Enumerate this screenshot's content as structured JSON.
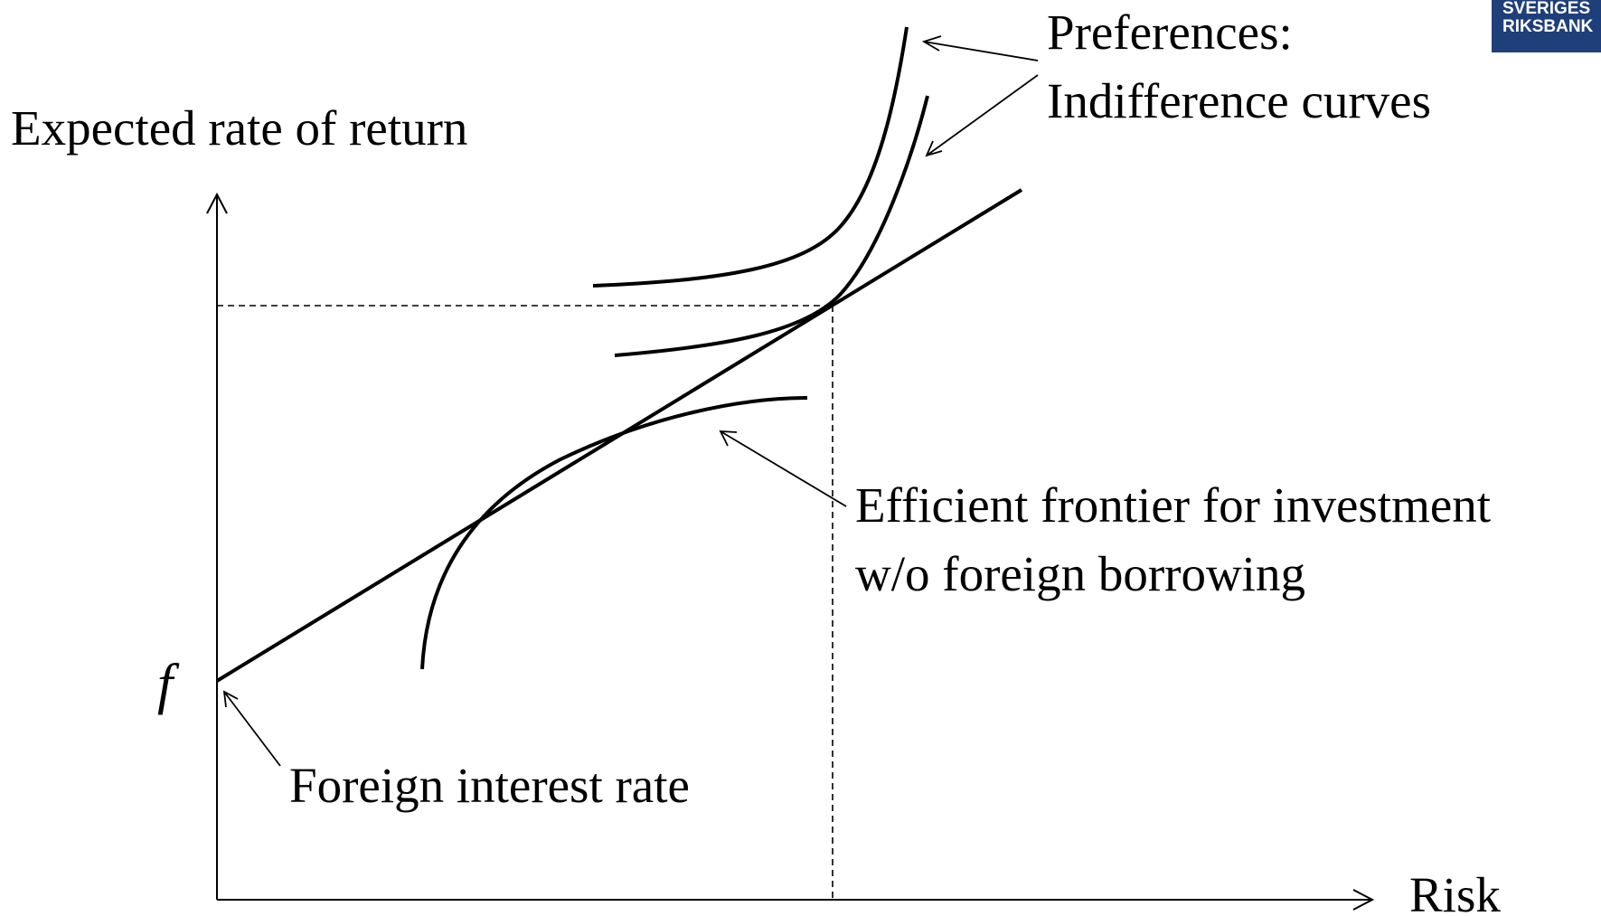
{
  "y_axis_label": "Expected rate of return",
  "x_axis_label": "Risk",
  "f_label": "f",
  "preferences": {
    "line1": "Preferences:",
    "line2": "Indifference curves"
  },
  "frontier": {
    "line1": "Efficient frontier for investment",
    "line2": "w/o foreign borrowing"
  },
  "foreign_rate_label": "Foreign interest rate",
  "logo": {
    "line1": "SVERIGES",
    "line2": "RIKSBANK",
    "color": "#1f3f7a"
  }
}
